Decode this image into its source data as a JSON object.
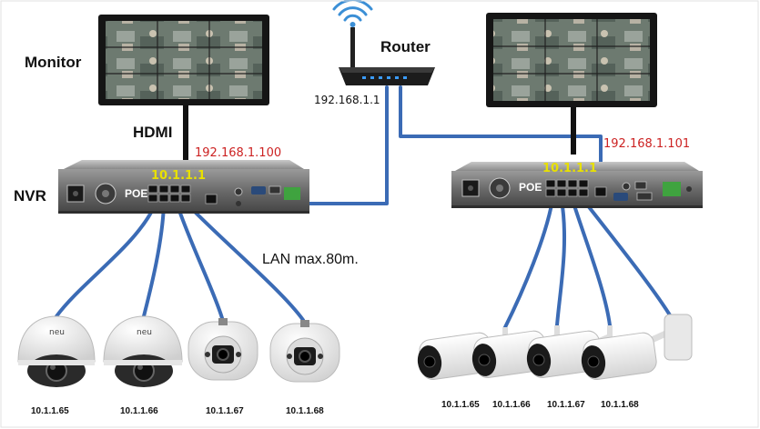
{
  "labels": {
    "monitor": "Monitor",
    "hdmi": "HDMI",
    "router": "Router",
    "router_ip": "192.168.1.1",
    "nvr": "NVR",
    "lan": "LAN max.80m."
  },
  "left_system": {
    "nvr_ip": "192.168.1.100",
    "poe_subnet": "10.1.1.1",
    "poe_label": "POE",
    "cameras": [
      {
        "ip": "10.1.1.65",
        "brand": "neu"
      },
      {
        "ip": "10.1.1.66",
        "brand": "neu"
      },
      {
        "ip": "10.1.1.67"
      },
      {
        "ip": "10.1.1.68"
      }
    ]
  },
  "right_system": {
    "nvr_ip": "192.168.1.101",
    "poe_subnet": "10.1.1.1",
    "poe_label": "POE",
    "cameras": [
      {
        "ip": "10.1.1.65"
      },
      {
        "ip": "10.1.1.66"
      },
      {
        "ip": "10.1.1.67"
      },
      {
        "ip": "10.1.1.68"
      }
    ]
  },
  "colors": {
    "cable": "#3b6bb5",
    "nvr_body": "#6f6f6f",
    "monitor_frame": "#151515",
    "ip_red": "#cc2222",
    "ip_yellow": "#e8e000"
  }
}
